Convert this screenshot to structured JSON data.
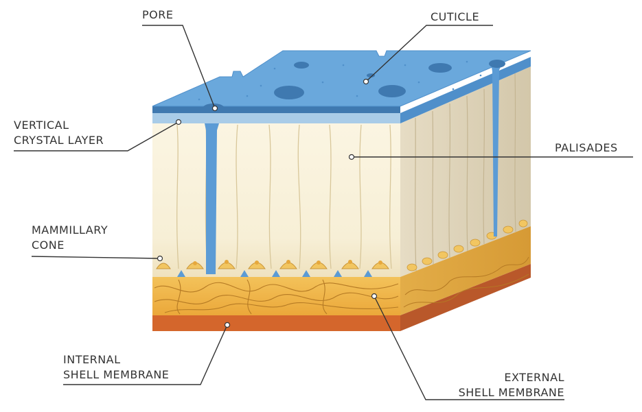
{
  "labels": {
    "pore": "PORE",
    "cuticle": "CUTICLE",
    "vertical_crystal_layer": [
      "VERTICAL",
      "CRYSTAL LAYER"
    ],
    "palisades": "PALISADES",
    "mammillary_cone": [
      "MAMMILLARY",
      "CONE"
    ],
    "internal_shell_membrane": [
      "INTERNAL",
      "SHELL MEMBRANE"
    ],
    "external_shell_membrane": [
      "EXTERNAL",
      "SHELL MEMBRANE"
    ]
  },
  "colors": {
    "cuticle": "#5b9bd5",
    "cuticle_dark": "#3f79b0",
    "palisade": "#f8f1dc",
    "palisade_shade": "#ddd4bd",
    "mammillary": "#f2c661",
    "external_membrane": "#f0b54a",
    "internal_membrane": "#d4662c",
    "leader_line": "#333333"
  }
}
